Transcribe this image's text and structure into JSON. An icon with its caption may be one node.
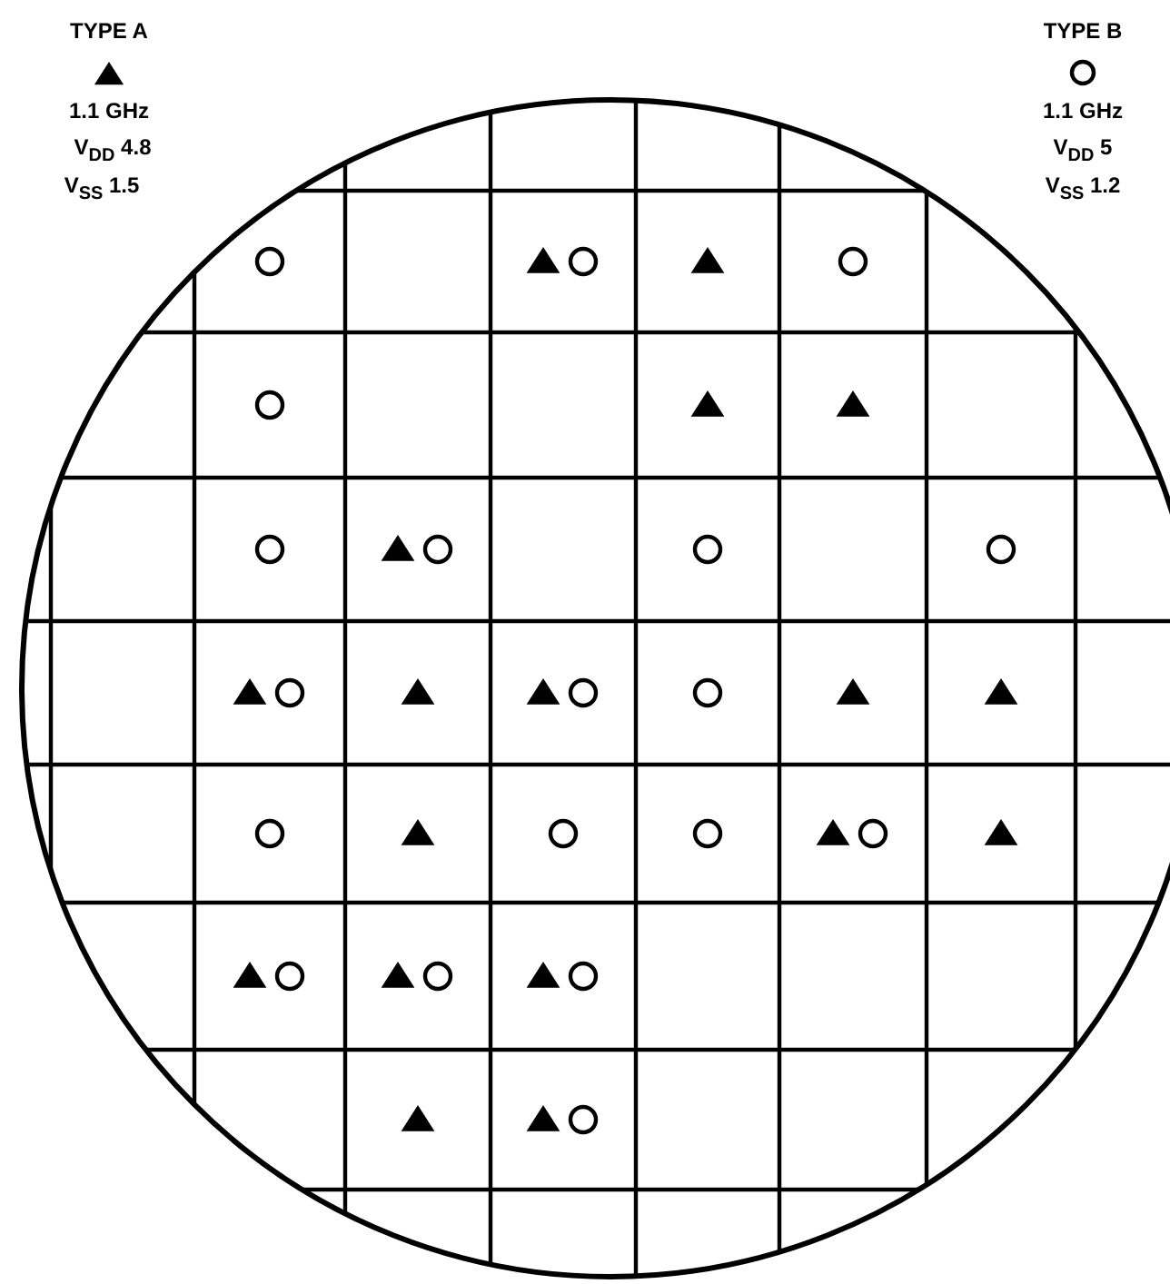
{
  "diagram": {
    "legend": [
      {
        "text": "TYPE A"
      },
      {
        "text": "TYPE B"
      }
    ],
    "labels": [
      "1.1 GHz",
      "V$_{DD}$ 4.8",
      "V$_{SS}$ 1.5",
      "1.1 GHz",
      "V$_{DD}$ 5",
      "V$_{SS}$ 1.2"
    ]
  }
}
